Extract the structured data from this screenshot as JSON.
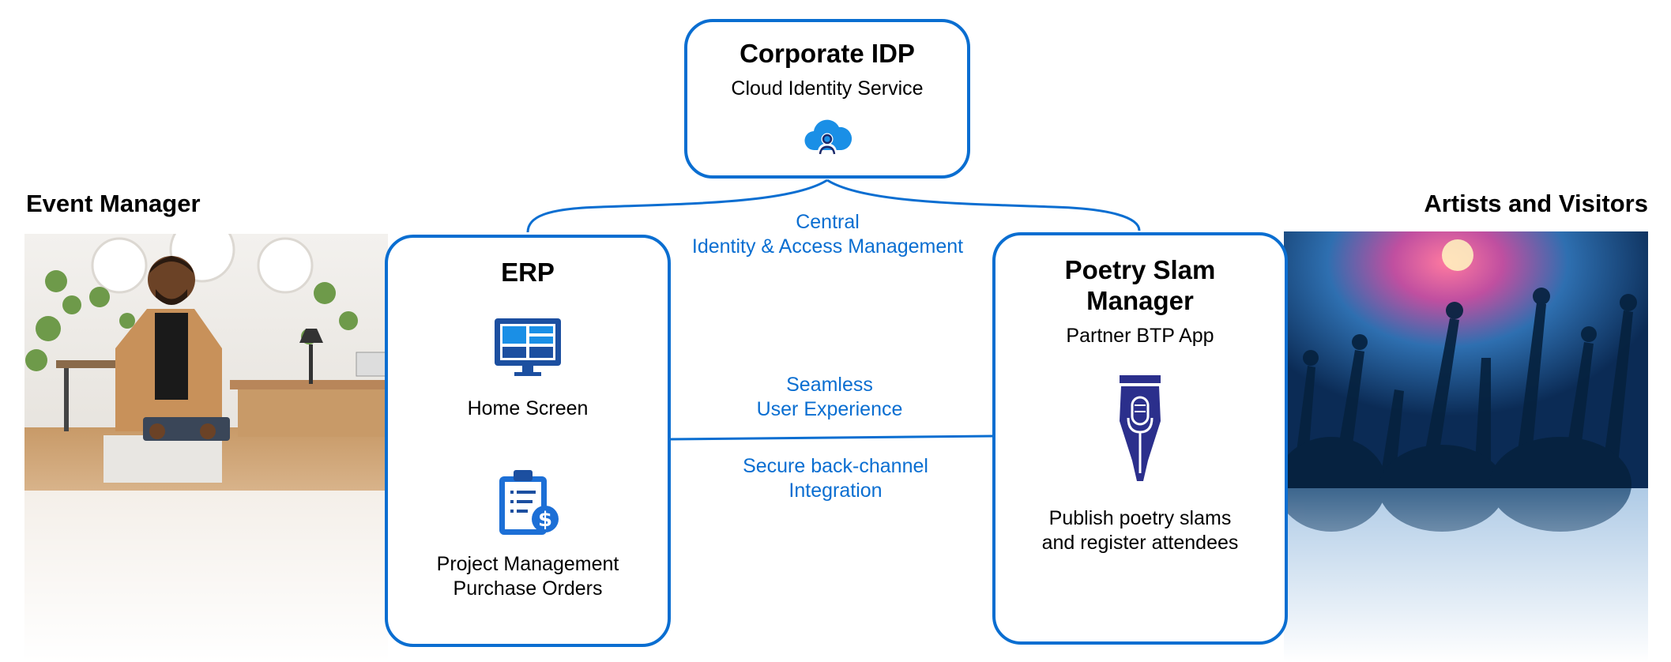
{
  "personas": {
    "left": "Event Manager",
    "right": "Artists and Visitors"
  },
  "idp": {
    "title": "Corporate IDP",
    "subtitle": "Cloud Identity Service",
    "icon": "cloud-identity-icon"
  },
  "erp": {
    "title": "ERP",
    "home_label": "Home Screen",
    "home_icon": "monitor-dashboard-icon",
    "pm_label_line1": "Project Management",
    "pm_label_line2": "Purchase Orders",
    "pm_icon": "clipboard-dollar-icon"
  },
  "psm": {
    "title_line1": "Poetry Slam",
    "title_line2": "Manager",
    "subtitle": "Partner BTP App",
    "icon": "pen-microphone-icon",
    "desc_line1": "Publish poetry slams",
    "desc_line2": "and register attendees"
  },
  "connections": {
    "central_line1": "Central",
    "central_line2": "Identity & Access Management",
    "seamless_line1": "Seamless",
    "seamless_line2": "User Experience",
    "backchannel_line1": "Secure back-channel",
    "backchannel_line2": "Integration"
  },
  "colors": {
    "accent": "#0a6ed1",
    "icon_dark": "#1c4fa0",
    "pen_navy": "#2b2f8c"
  }
}
